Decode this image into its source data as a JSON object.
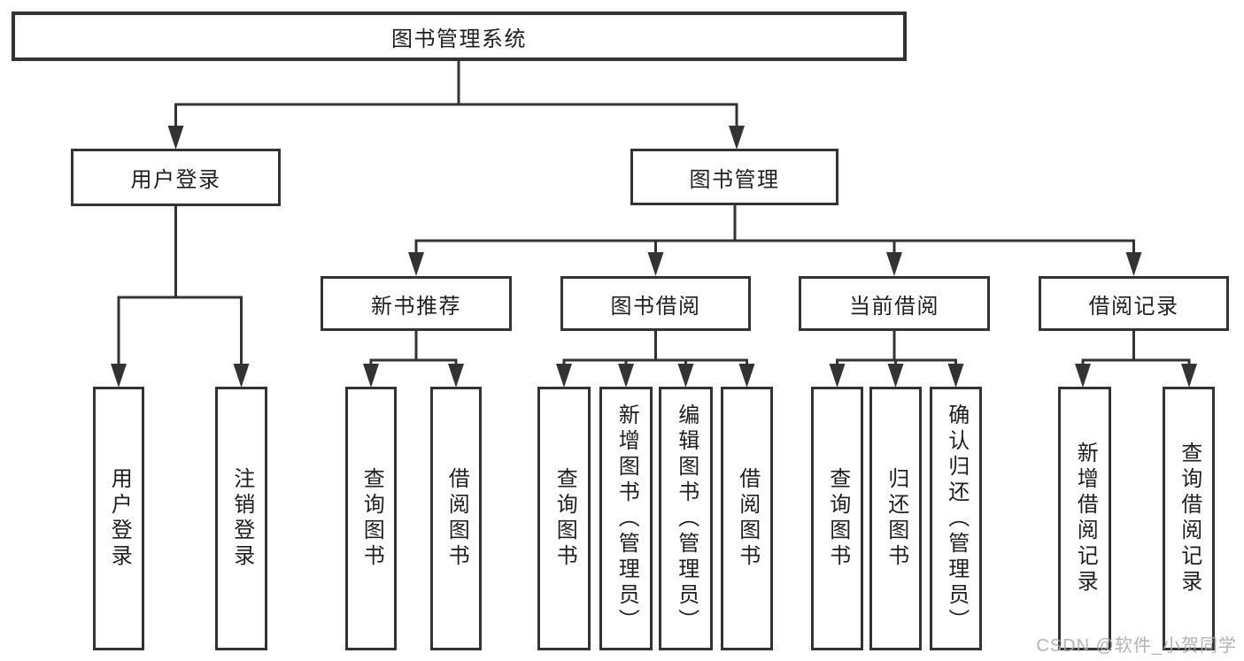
{
  "colors": {
    "line": "#333333",
    "box_border": "#333333",
    "text": "#1f1f1f",
    "background": "#ffffff",
    "watermark": "#ababab"
  },
  "diagram": {
    "root": {
      "label": "图书管理系统"
    },
    "branches": [
      {
        "label": "用户登录",
        "leaves": [
          {
            "label": "用户登录"
          },
          {
            "label": "注销登录"
          }
        ]
      },
      {
        "label": "图书管理",
        "groups": [
          {
            "label": "新书推荐",
            "leaves": [
              {
                "label": "查询图书"
              },
              {
                "label": "借阅图书"
              }
            ]
          },
          {
            "label": "图书借阅",
            "leaves": [
              {
                "label": "查询图书"
              },
              {
                "label": "新增图书（管理员）"
              },
              {
                "label": "编辑图书（管理员）"
              },
              {
                "label": "借阅图书"
              }
            ]
          },
          {
            "label": "当前借阅",
            "leaves": [
              {
                "label": "查询图书"
              },
              {
                "label": "归还图书"
              },
              {
                "label": "确认归还（管理员）"
              }
            ]
          },
          {
            "label": "借阅记录",
            "leaves": [
              {
                "label": "新增借阅记录"
              },
              {
                "label": "查询借阅记录"
              }
            ]
          }
        ]
      }
    ]
  },
  "watermark": {
    "text": "CSDN @软件_小贺同学"
  }
}
